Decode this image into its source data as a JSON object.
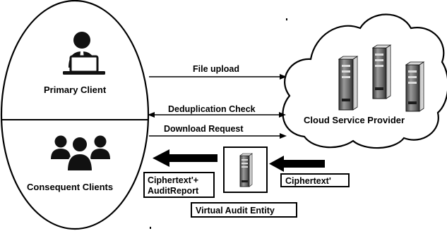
{
  "colors": {
    "stroke": "#000000",
    "background": "#ffffff",
    "server_body": "#6f6f6f",
    "server_light": "#c8c8c8",
    "server_dark": "#2a2a2a"
  },
  "entities": {
    "primary_client": {
      "label": "Primary Client",
      "icon": "user-at-laptop-icon"
    },
    "consequent_clients": {
      "label": "Consequent Clients",
      "icon": "user-group-icon"
    },
    "cloud_service_provider": {
      "label": "Cloud Service Provider",
      "icon": "server-racks-icon"
    },
    "virtual_audit_entity": {
      "label": "Virtual Audit Entity",
      "icon": "server-rack-icon"
    }
  },
  "flows": {
    "file_upload": "File upload",
    "deduplication_check": "Deduplication Check",
    "download_request": "Download Request",
    "ciphertext_prime": "Ciphertext'",
    "ciphertext_audit_line1": "Ciphertext'+",
    "ciphertext_audit_line2": "AuditReport"
  }
}
